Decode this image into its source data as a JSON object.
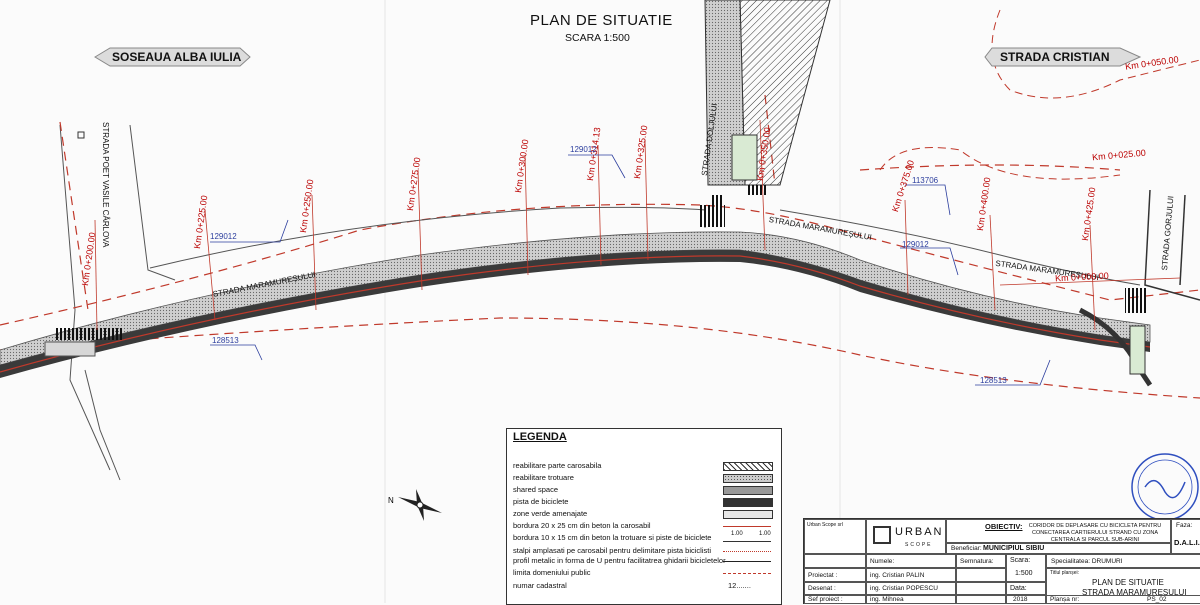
{
  "header": {
    "title": "PLAN DE SITUATIE",
    "scale": "SCARA 1:500"
  },
  "street_arrows": {
    "left": "SOSEAUA ALBA IULIA",
    "right": "STRADA CRISTIAN"
  },
  "street_labels": {
    "poet": "STRADA POET VASILE CÂRLOVA",
    "doljului": "STRADA DOLJULUI",
    "maramuresului": "STRADA MARAMUREȘULUI",
    "gorjului": "STRADA GORJULUI"
  },
  "chainage": {
    "km200": "Km 0+200.00",
    "km225": "Km 0+225.00",
    "km250": "Km 0+250.00",
    "km275": "Km 0+275.00",
    "km300": "Km 0+300.00",
    "km314": "Km 0+314.13",
    "km325": "Km 0+325.00",
    "km350": "Km 0+350.00",
    "km375": "Km 0+375.00",
    "km400": "Km 0+400.00",
    "km425": "Km 0+425.00",
    "km000": "Km 0+000.00",
    "km025": "Km 0+025.00",
    "km050": "Km 0+050.00"
  },
  "cadastral": {
    "c1": "129012",
    "c2": "129012",
    "c3": "129012",
    "c4": "113706",
    "c5": "128513",
    "c6": "128513"
  },
  "legend": {
    "title": "LEGENDA",
    "items": [
      {
        "label": "reabilitare parte carosabila"
      },
      {
        "label": "reabilitare trotuare"
      },
      {
        "label": "shared space"
      },
      {
        "label": "pista de biciclete"
      },
      {
        "label": "zone verde amenajate"
      },
      {
        "label": "bordura 20 x 25 cm din beton la carosabil"
      },
      {
        "label": "bordura 10 x 15 cm din beton la trotuare si piste de biciclete"
      },
      {
        "label": "stalpi amplasati pe carosabil pentru delimitare pista biciclisti"
      },
      {
        "label": "profil metalic in forma de U pentru facilitatrea ghidarii bicicletelor"
      },
      {
        "label": "limita domeniului public"
      },
      {
        "label": "numar cadastral"
      }
    ],
    "dim_a": "1.00",
    "dim_b": "1.00",
    "cadastral_sample": "12......."
  },
  "title_block": {
    "company_info": "Urban Scope srl",
    "logo_text": "URBAN",
    "logo_sub": "SCOPE",
    "objective_label": "OBIECTIV:",
    "objective_text": "CORIDOR DE DEPLASARE CU BICICLETA PENTRU CONECTAREA CARTIERULUI STRAND CU ZONA CENTRALA SI PARCUL SUB-ARINI",
    "beneficiary_label": "Beneficiar:",
    "beneficiary": "MUNICIPIUL SIBIU",
    "specialty": "Specialitatea: DRUMURI",
    "phase_label": "Faza:",
    "phase": "D.A.L.I.",
    "numele": "Numele:",
    "semnatura": "Semnatura:",
    "scara_label": "Scara:",
    "scara": "1:500",
    "proiectat_label": "Proiectat :",
    "proiectat": "ing. Cristian PALIN",
    "desenat_label": "Desenat :",
    "desenat": "ing. Cristian POPESCU",
    "sef_label": "Sef proiect :",
    "sef": "ing. Mihnea CONSTANTINESCU",
    "data_label": "Data:",
    "data": "2018",
    "titlu_label": "Titlul planșei:",
    "titlu1": "PLAN DE SITUATIE",
    "titlu2": "STRADA MARAMURESULUI",
    "plansa_label": "Planșa nr:",
    "plansa": "PS_02"
  },
  "colors": {
    "dimension_red": "#c0392b",
    "cadastral_blue": "#2c3e9e",
    "road_dark": "#3a3a3a",
    "sidewalk_grey": "#b8b8b8"
  }
}
